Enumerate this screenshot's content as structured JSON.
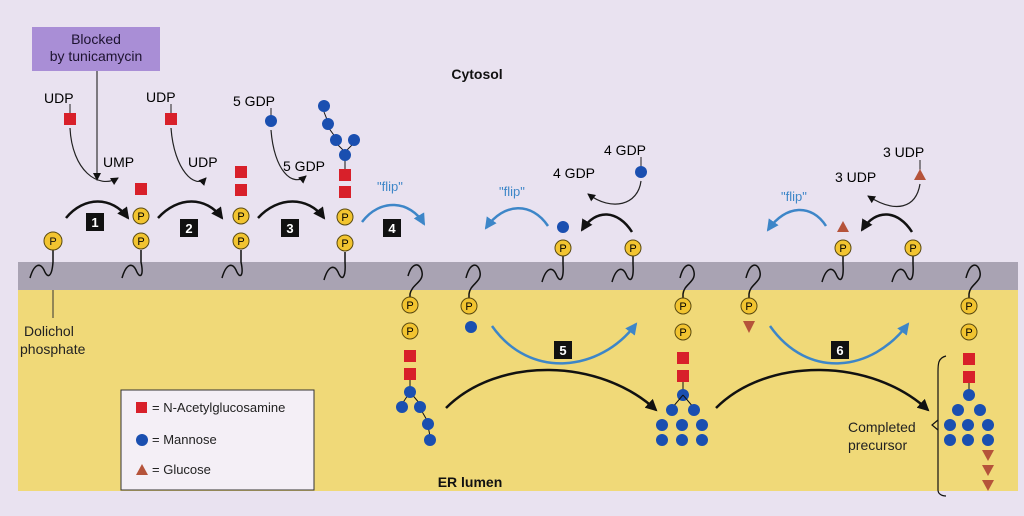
{
  "labels": {
    "blocked": [
      "Blocked",
      "by tunicamycin"
    ],
    "cytosol": "Cytosol",
    "er_lumen": "ER lumen",
    "dolichol": [
      "Dolichol",
      "phosphate"
    ],
    "completed": [
      "Completed",
      "precursor"
    ],
    "flip": "\"flip\"",
    "p": "P"
  },
  "donors": {
    "udp1": "UDP",
    "ump": "UMP",
    "udp2": "UDP",
    "udp2b": "UDP",
    "gdp5a": "5 GDP",
    "gdp5b": "5 GDP",
    "gdp4a": "4 GDP",
    "gdp4b": "4 GDP",
    "udp3a": "3 UDP",
    "udp3b": "3 UDP"
  },
  "steps": [
    "1",
    "2",
    "3",
    "4",
    "5",
    "6"
  ],
  "legend": [
    {
      "label": "= N-Acetylglucosamine",
      "symbol": "square"
    },
    {
      "label": "= Mannose",
      "symbol": "circle"
    },
    {
      "label": "= Glucose",
      "symbol": "triangle"
    }
  ],
  "colors": {
    "glcnac": "#d8202a",
    "mannose": "#1a4fb0",
    "glucose": "#b5533a",
    "phosphate": "#f2c430",
    "membrane": "#a9a3b3",
    "lumen": "#f0d978",
    "cytosol": "#e9e2f0",
    "flip_arrow": "#3d86c8",
    "step_box": "#111111"
  }
}
